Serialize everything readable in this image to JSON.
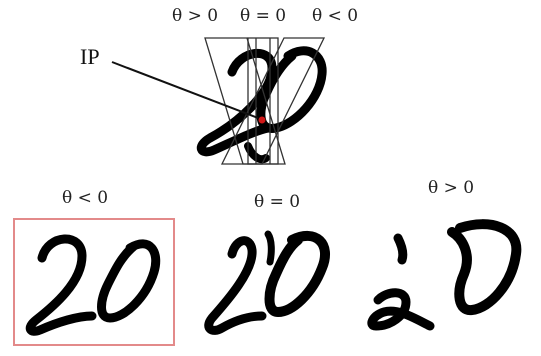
{
  "top_labels": {
    "positive": "θ > 0",
    "zero": "θ = 0",
    "negative": "θ < 0"
  },
  "ip_label": "IP",
  "bottom_labels": {
    "negative": "θ < 0",
    "zero": "θ = 0",
    "positive": "θ > 0"
  },
  "colors": {
    "ink": "#000000",
    "guide_lines": "#333333",
    "ip_dot": "#d01818",
    "highlight_box": "#e38a8a"
  }
}
